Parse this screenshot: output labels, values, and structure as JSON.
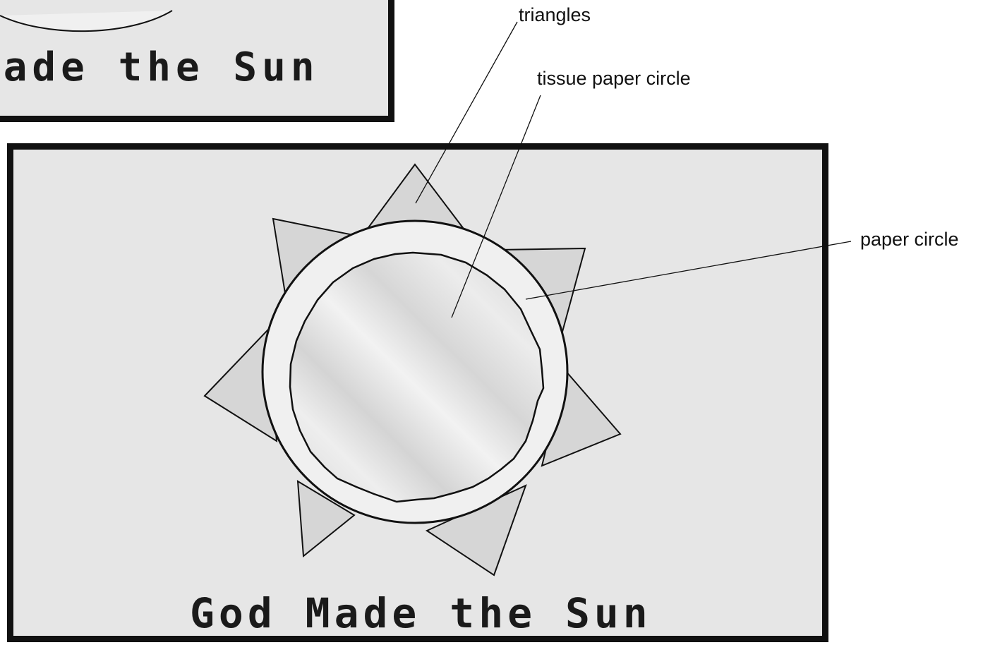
{
  "diagram": {
    "labels": {
      "triangles": "triangles",
      "tissue_paper_circle": "tissue paper circle",
      "paper_circle": "paper circle"
    },
    "cards": {
      "background_title": "Made the Sun",
      "main_title": "God Made the Sun"
    },
    "colors": {
      "panel_fill": "#e6e6e6",
      "frame": "#111111",
      "triangle_fill": "#d6d6d6",
      "paper_circle_fill": "#f0f0f0",
      "tissue_fill": "#e0e0e0"
    }
  }
}
